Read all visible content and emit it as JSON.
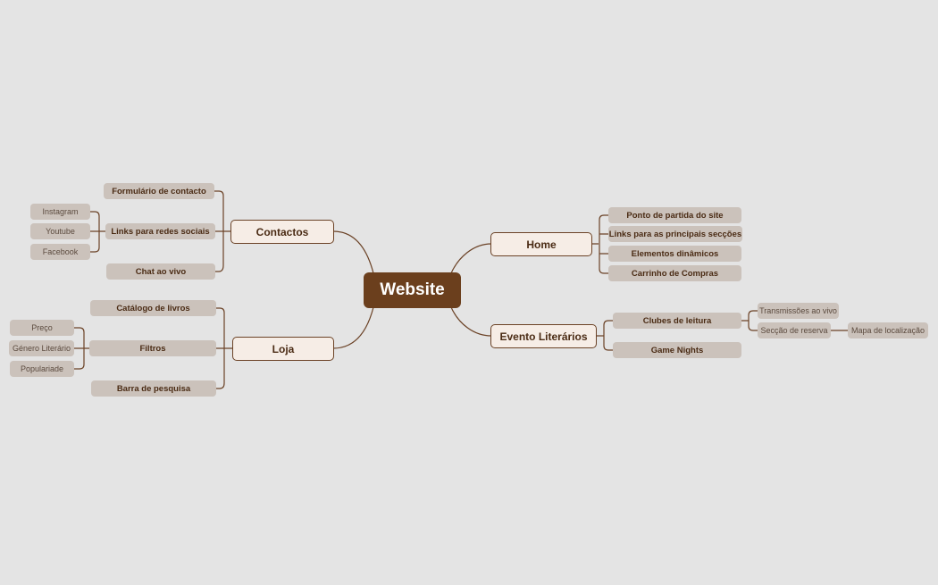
{
  "mindmap": {
    "root": "Website",
    "contactos": {
      "label": "Contactos",
      "items": [
        "Formulário de contacto",
        "Links para redes sociais",
        "Chat ao vivo"
      ],
      "social": [
        "Instagram",
        "Youtube",
        "Facebook"
      ]
    },
    "loja": {
      "label": "Loja",
      "items": [
        "Catálogo de livros",
        "Filtros",
        "Barra de pesquisa"
      ],
      "filters": [
        "Preço",
        "Género Literário",
        "Populariade"
      ]
    },
    "home": {
      "label": "Home",
      "items": [
        "Ponto de partida do site",
        "Links para as principais secções",
        "Elementos dinâmicos",
        "Carrinho de Compras"
      ]
    },
    "eventos": {
      "label": "Evento Literários",
      "items": [
        "Clubes de leitura",
        "Game Nights"
      ],
      "clubes": [
        "Transmissões ao vivo",
        "Secção de reserva"
      ],
      "reserva": [
        "Mapa de localização"
      ]
    }
  },
  "colors": {
    "background": "#e4e4e4",
    "root": "#6b3f1d",
    "main_fill": "#f6ede6",
    "sub_fill": "#cbc2bb",
    "line": "#6b4226"
  }
}
